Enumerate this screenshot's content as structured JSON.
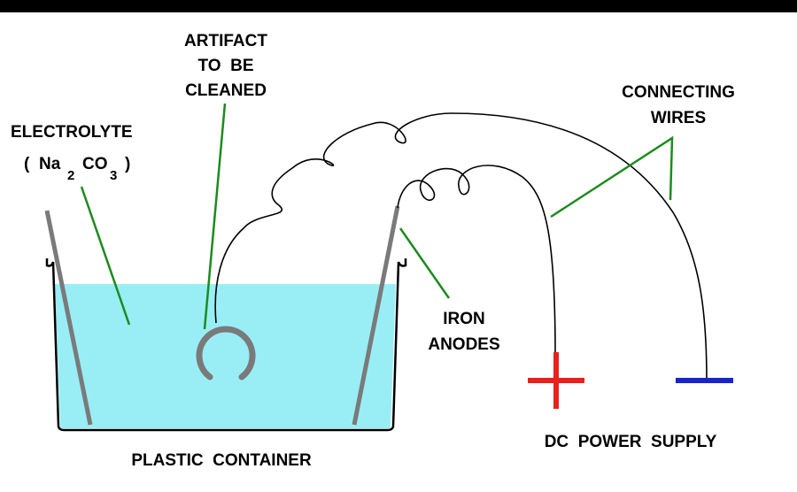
{
  "labels": {
    "artifact": [
      "ARTIFACT",
      "TO  BE",
      "CLEANED"
    ],
    "electrolyte": "ELECTROLYTE",
    "formula": {
      "open": "(",
      "na": "Na",
      "sub2": "2",
      "co": "CO",
      "sub3": "3",
      "close": ")"
    },
    "connecting_wires": [
      "CONNECTING",
      "WIRES"
    ],
    "iron_anodes": [
      "IRON",
      "ANODES"
    ],
    "plastic_container": "PLASTIC  CONTAINER",
    "dc_power_supply": "DC  POWER  SUPPLY"
  },
  "colors": {
    "electrolyte": "#99eef5",
    "leader": "#1e8a1e",
    "positive": "#e8201e",
    "negative": "#1a25c8",
    "anode": "#7a7a7a",
    "wire": "#000000",
    "border": "#000000"
  }
}
